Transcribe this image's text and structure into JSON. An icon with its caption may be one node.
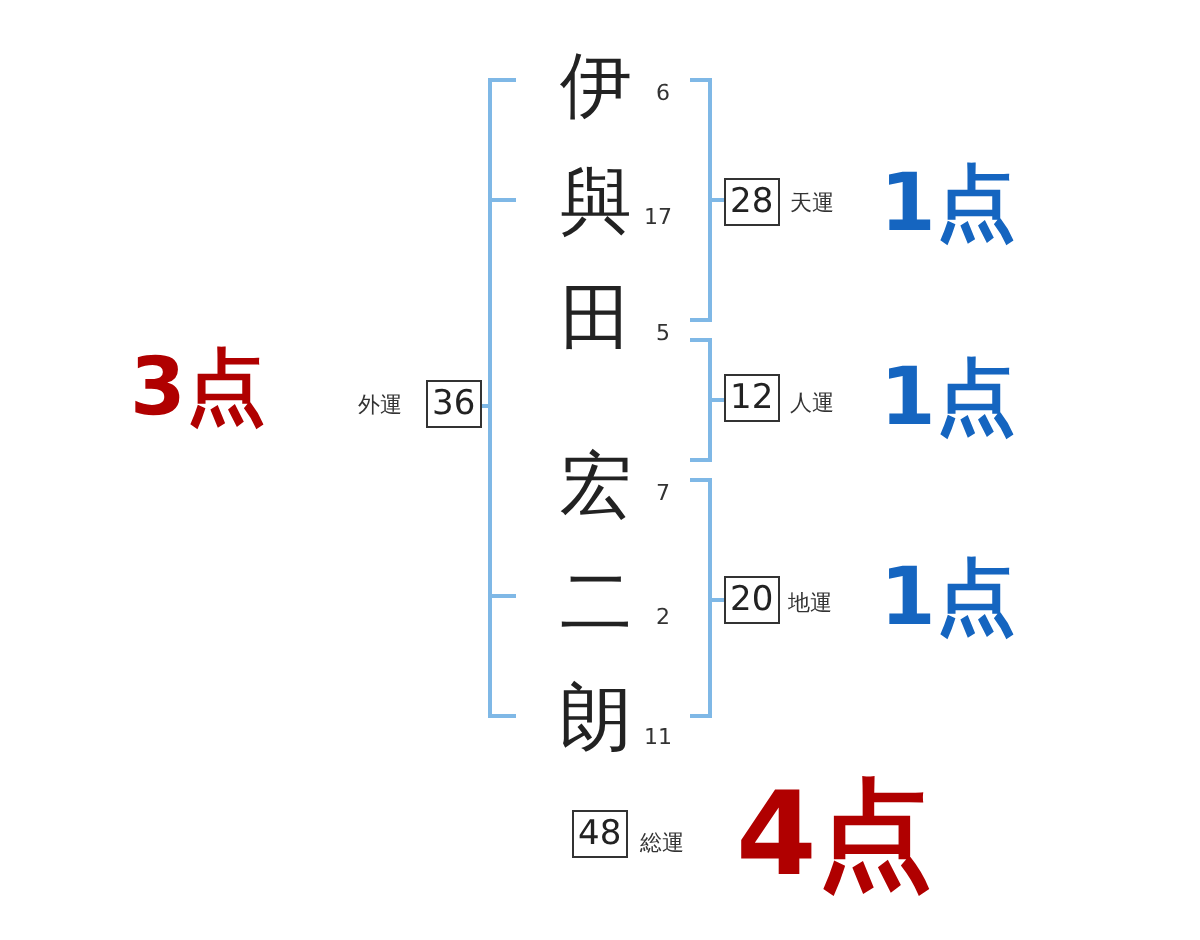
{
  "diagram": {
    "nodes": [
      {
        "text": [
          "28"
        ],
        "beside": [
          "天運"
        ]
      },
      {
        "text": [
          "36"
        ],
        "beside": [
          "外運"
        ]
      },
      {
        "text": [
          "12"
        ],
        "beside": [
          "人運"
        ]
      },
      {
        "text": [
          "20"
        ],
        "beside": [
          "地運"
        ]
      },
      {
        "text": [
          "48"
        ],
        "beside": [
          "総運"
        ]
      }
    ],
    "labels": [
      "伊",
      "6",
      "與",
      "17",
      "1点",
      "3点",
      "田",
      "5",
      "1点",
      "宏",
      "7",
      "二",
      "2",
      "1点",
      "朗",
      "11",
      "4点"
    ]
  }
}
